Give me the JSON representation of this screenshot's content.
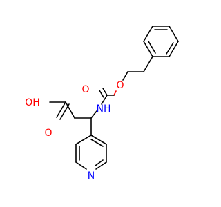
{
  "diagram": {
    "type": "skeletal-formula",
    "atom_labels": {
      "ester_o": "O",
      "carbonyl_o": "O",
      "nh": "NH",
      "hydroxyl_oh": "OH",
      "acid_carbonyl_o": "O",
      "pyridine_n": "N"
    },
    "colors": {
      "bond": "#000000",
      "oxygen": "#ff0000",
      "nitrogen": "#0000ff"
    }
  }
}
